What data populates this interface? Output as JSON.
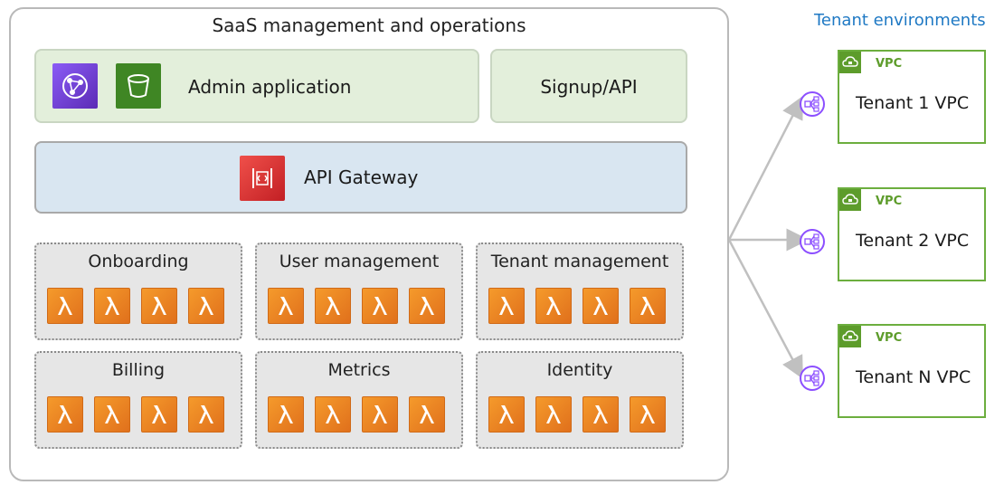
{
  "management": {
    "title": "SaaS management and operations",
    "admin_label": "Admin application",
    "signup_label": "Signup/API",
    "gateway_label": "API Gateway"
  },
  "services": [
    {
      "label": "Onboarding",
      "function_count": 4
    },
    {
      "label": "User management",
      "function_count": 4
    },
    {
      "label": "Tenant management",
      "function_count": 4
    },
    {
      "label": "Billing",
      "function_count": 4
    },
    {
      "label": "Metrics",
      "function_count": 4
    },
    {
      "label": "Identity",
      "function_count": 4
    }
  ],
  "tenants": {
    "title": "Tenant environments",
    "items": [
      {
        "tag": "VPC",
        "name": "Tenant 1 VPC"
      },
      {
        "tag": "VPC",
        "name": "Tenant 2 VPC"
      },
      {
        "tag": "VPC",
        "name": "Tenant N VPC"
      }
    ]
  },
  "icons": {
    "frontend": "cloudfront-icon",
    "storage": "s3-bucket-icon",
    "gateway": "api-gateway-icon",
    "function": "lambda-icon",
    "vpc": "vpc-cloud-icon",
    "endpoint": "vpc-endpoint-icon"
  },
  "colors": {
    "tenant_title": "#1f79c4",
    "vpc_green": "#6cae3e",
    "lambda_orange": "#ed7d22",
    "endpoint_purple": "#8c4fff"
  }
}
